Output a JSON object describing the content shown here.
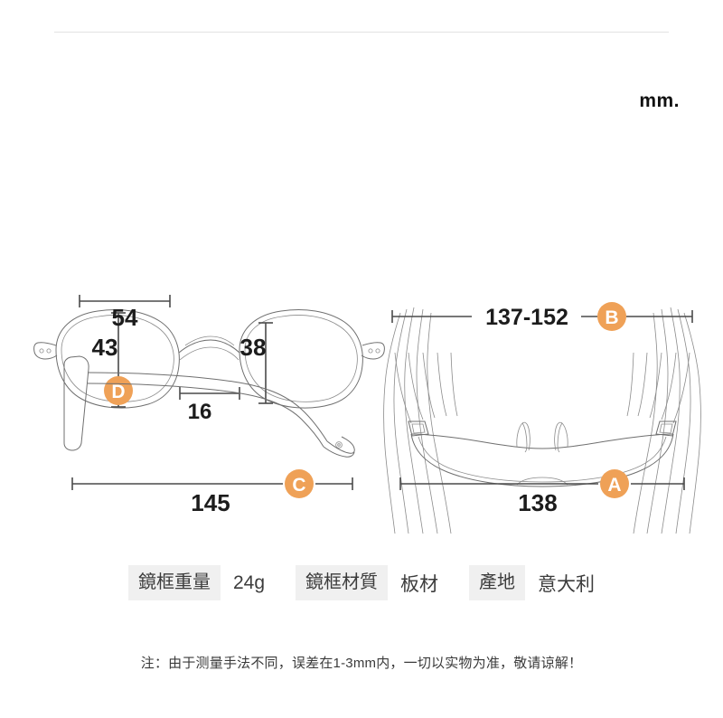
{
  "unit_label": "mm.",
  "diagram": {
    "front_view": {
      "name": "front-view",
      "lens_height_left": "43",
      "lens_height_right": "38",
      "bridge_width": "16",
      "lens_width": "54",
      "badge": "D"
    },
    "temple_side_view": {
      "name": "temple-side-view",
      "length": "145",
      "badge": "C"
    },
    "temple_spread_view": {
      "name": "temple-spread-view",
      "spread_range": "137-152",
      "badge": "B"
    },
    "top_view": {
      "name": "top-view",
      "frame_width": "138",
      "badge": "A"
    }
  },
  "specs": [
    {
      "key": "鏡框重量",
      "value": "24g"
    },
    {
      "key": "鏡框材質",
      "value": "板材"
    },
    {
      "key": "產地",
      "value": "意大利"
    }
  ],
  "footnote": "注：由于测量手法不同，误差在1-3mm内，一切以实物为准，敬请谅解！",
  "colors": {
    "badge_orange": "#efa157",
    "line_gray": "#6f6f6f",
    "dim_dark": "#4a4a4a",
    "spec_key_bg": "#f0f0f0"
  }
}
